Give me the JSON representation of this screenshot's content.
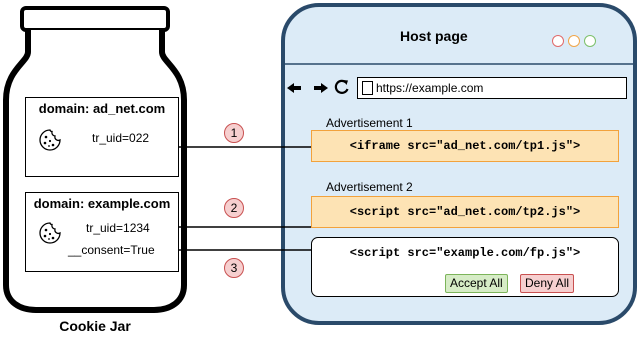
{
  "jar": {
    "label": "Cookie Jar",
    "boxes": [
      {
        "domain": "domain: ad_net.com",
        "cookies": [
          "tr_uid=022"
        ]
      },
      {
        "domain": "domain: example.com",
        "cookies": [
          "tr_uid=1234",
          "__consent=True"
        ]
      }
    ]
  },
  "host": {
    "title": "Host page",
    "url": "https://example.com",
    "window_dots": [
      "#e06a6a",
      "#f0a64a",
      "#7cc06a"
    ]
  },
  "ads": [
    {
      "label": "Advertisement 1",
      "code": "<iframe src=\"ad_net.com/tp1.js\">"
    },
    {
      "label": "Advertisement 2",
      "code": "<script src=\"ad_net.com/tp2.js\">"
    }
  ],
  "first_party": {
    "code": "<script src=\"example.com/fp.js\">",
    "accept_label": "Accept All",
    "deny_label": "Deny All"
  },
  "steps": [
    "1",
    "2",
    "3"
  ],
  "colors": {
    "page_bg": "#dcebf7",
    "page_border": "#2a4a6a",
    "code_fill": "#fde3b4",
    "code_border": "#f2a23c",
    "step_fill": "#f6cfcf",
    "accept_fill": "#d6ecc6",
    "deny_fill": "#f6cfcf"
  }
}
